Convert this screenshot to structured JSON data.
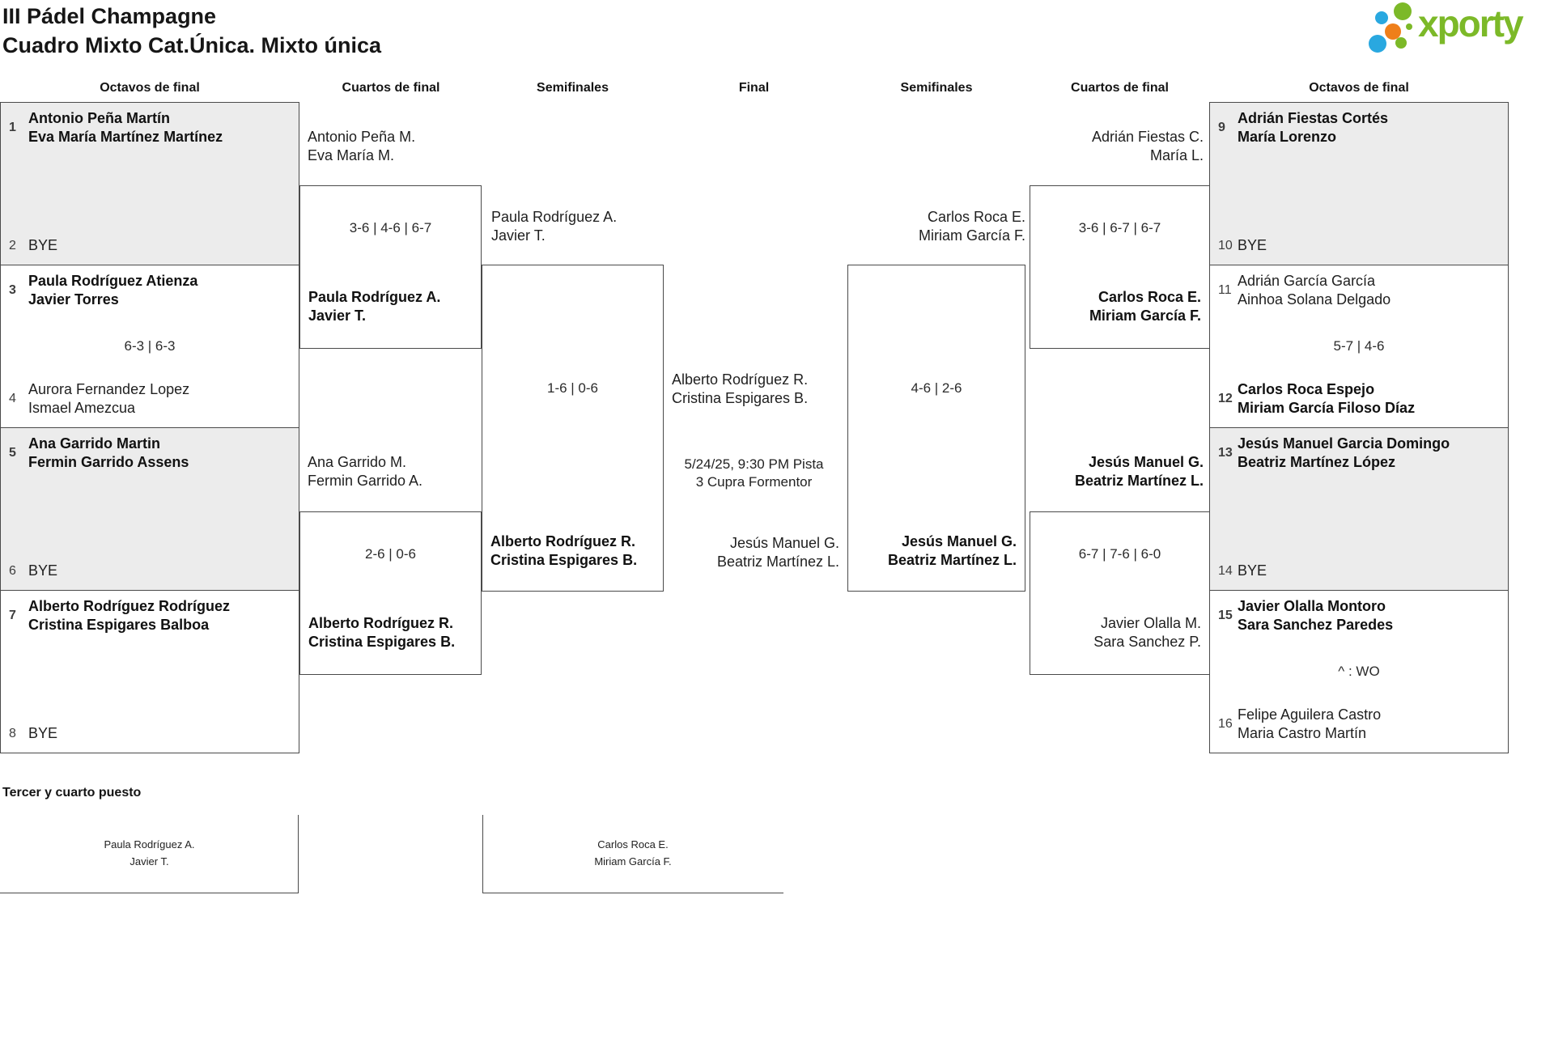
{
  "title": {
    "line1": "III Pádel Champagne",
    "line2": "Cuadro Mixto Cat.Única. Mixto única"
  },
  "logo": {
    "text": "xporty",
    "green": "#7cb928",
    "blue": "#29a8e0",
    "orange": "#ef7f1a"
  },
  "round_headers": [
    "Octavos de final",
    "Cuartos de final",
    "Semifinales",
    "Final",
    "Semifinales",
    "Cuartos de final",
    "Octavos de final"
  ],
  "octavos_left": [
    {
      "seed_top": "1",
      "top1": "Antonio Peña Martín",
      "top2": "Eva María Martínez Martínez",
      "seed_bot": "2",
      "bot1": "BYE",
      "bot2": "",
      "score": ""
    },
    {
      "seed_top": "3",
      "top1": "Paula Rodríguez Atienza",
      "top2": "Javier Torres",
      "seed_bot": "4",
      "bot1": "Aurora Fernandez Lopez",
      "bot2": "Ismael Amezcua",
      "score": "6-3 | 6-3"
    },
    {
      "seed_top": "5",
      "top1": "Ana Garrido Martin",
      "top2": "Fermin Garrido Assens",
      "seed_bot": "6",
      "bot1": "BYE",
      "bot2": "",
      "score": ""
    },
    {
      "seed_top": "7",
      "top1": "Alberto Rodríguez Rodríguez",
      "top2": "Cristina Espigares Balboa",
      "seed_bot": "8",
      "bot1": "BYE",
      "bot2": "",
      "score": ""
    }
  ],
  "octavos_right": [
    {
      "seed_top": "9",
      "top1": "Adrián Fiestas Cortés",
      "top2": "María Lorenzo",
      "seed_bot": "10",
      "bot1": "BYE",
      "bot2": "",
      "score": ""
    },
    {
      "seed_top": "11",
      "top1": "Adrián García García",
      "top2": "Ainhoa Solana Delgado",
      "seed_bot": "12",
      "bot1": "Carlos Roca Espejo",
      "bot2": "Miriam García Filoso Díaz",
      "score": "5-7 | 4-6"
    },
    {
      "seed_top": "13",
      "top1": "Jesús Manuel Garcia Domingo",
      "top2": "Beatriz Martínez López",
      "seed_bot": "14",
      "bot1": "BYE",
      "bot2": "",
      "score": ""
    },
    {
      "seed_top": "15",
      "top1": "Javier Olalla Montoro",
      "top2": "Sara Sanchez Paredes",
      "seed_bot": "16",
      "bot1": "Felipe Aguilera Castro",
      "bot2": "Maria Castro Martín",
      "score": "^ : WO"
    }
  ],
  "cuartos_left": {
    "qf1": {
      "feeder1": "Antonio Peña M.",
      "feeder2": "Eva María M.",
      "score": "3-6 | 4-6 | 6-7",
      "winner1": "Paula Rodríguez A.",
      "winner2": "Javier T."
    },
    "qf2": {
      "feeder1": "Ana Garrido M.",
      "feeder2": "Fermin Garrido A.",
      "score": "2-6 | 0-6",
      "winner1": "Alberto Rodríguez R.",
      "winner2": "Cristina Espigares B."
    }
  },
  "semifinal_left": {
    "feeder1": "Paula Rodríguez A.",
    "feeder2": "Javier T.",
    "score": "1-6 | 0-6",
    "winner1": "Alberto Rodríguez R.",
    "winner2": "Cristina Espigares B."
  },
  "final": {
    "team_top1": "Alberto Rodríguez R.",
    "team_top2": "Cristina Espigares B.",
    "info1": "5/24/25, 9:30 PM Pista",
    "info2": "3 Cupra Formentor",
    "team_bottom1": "Jesús Manuel G.",
    "team_bottom2": "Beatriz Martínez L."
  },
  "semifinal_right": {
    "feeder1": "Carlos Roca E.",
    "feeder2": "Miriam García F.",
    "score": "4-6 | 2-6",
    "winner1": "Jesús Manuel G.",
    "winner2": "Beatriz Martínez L."
  },
  "cuartos_right": {
    "qf1": {
      "feeder1": "Adrián Fiestas C.",
      "feeder2": "María L.",
      "score": "3-6 | 6-7 | 6-7",
      "winner1": "Carlos Roca E.",
      "winner2": "Miriam García F."
    },
    "qf2": {
      "winner1": "Jesús Manuel G.",
      "winner2": "Beatriz Martínez L.",
      "score": "6-7 | 7-6 | 6-0",
      "loser1": "Javier Olalla M.",
      "loser2": "Sara Sanchez P."
    }
  },
  "third_place": {
    "heading": "Tercer y cuarto puesto",
    "left1": "Paula Rodríguez A.",
    "left2": "Javier T.",
    "right1": "Carlos Roca E.",
    "right2": "Miriam García F."
  },
  "colors": {
    "box_grey": "#ececec",
    "border": "#4a4a4a"
  }
}
